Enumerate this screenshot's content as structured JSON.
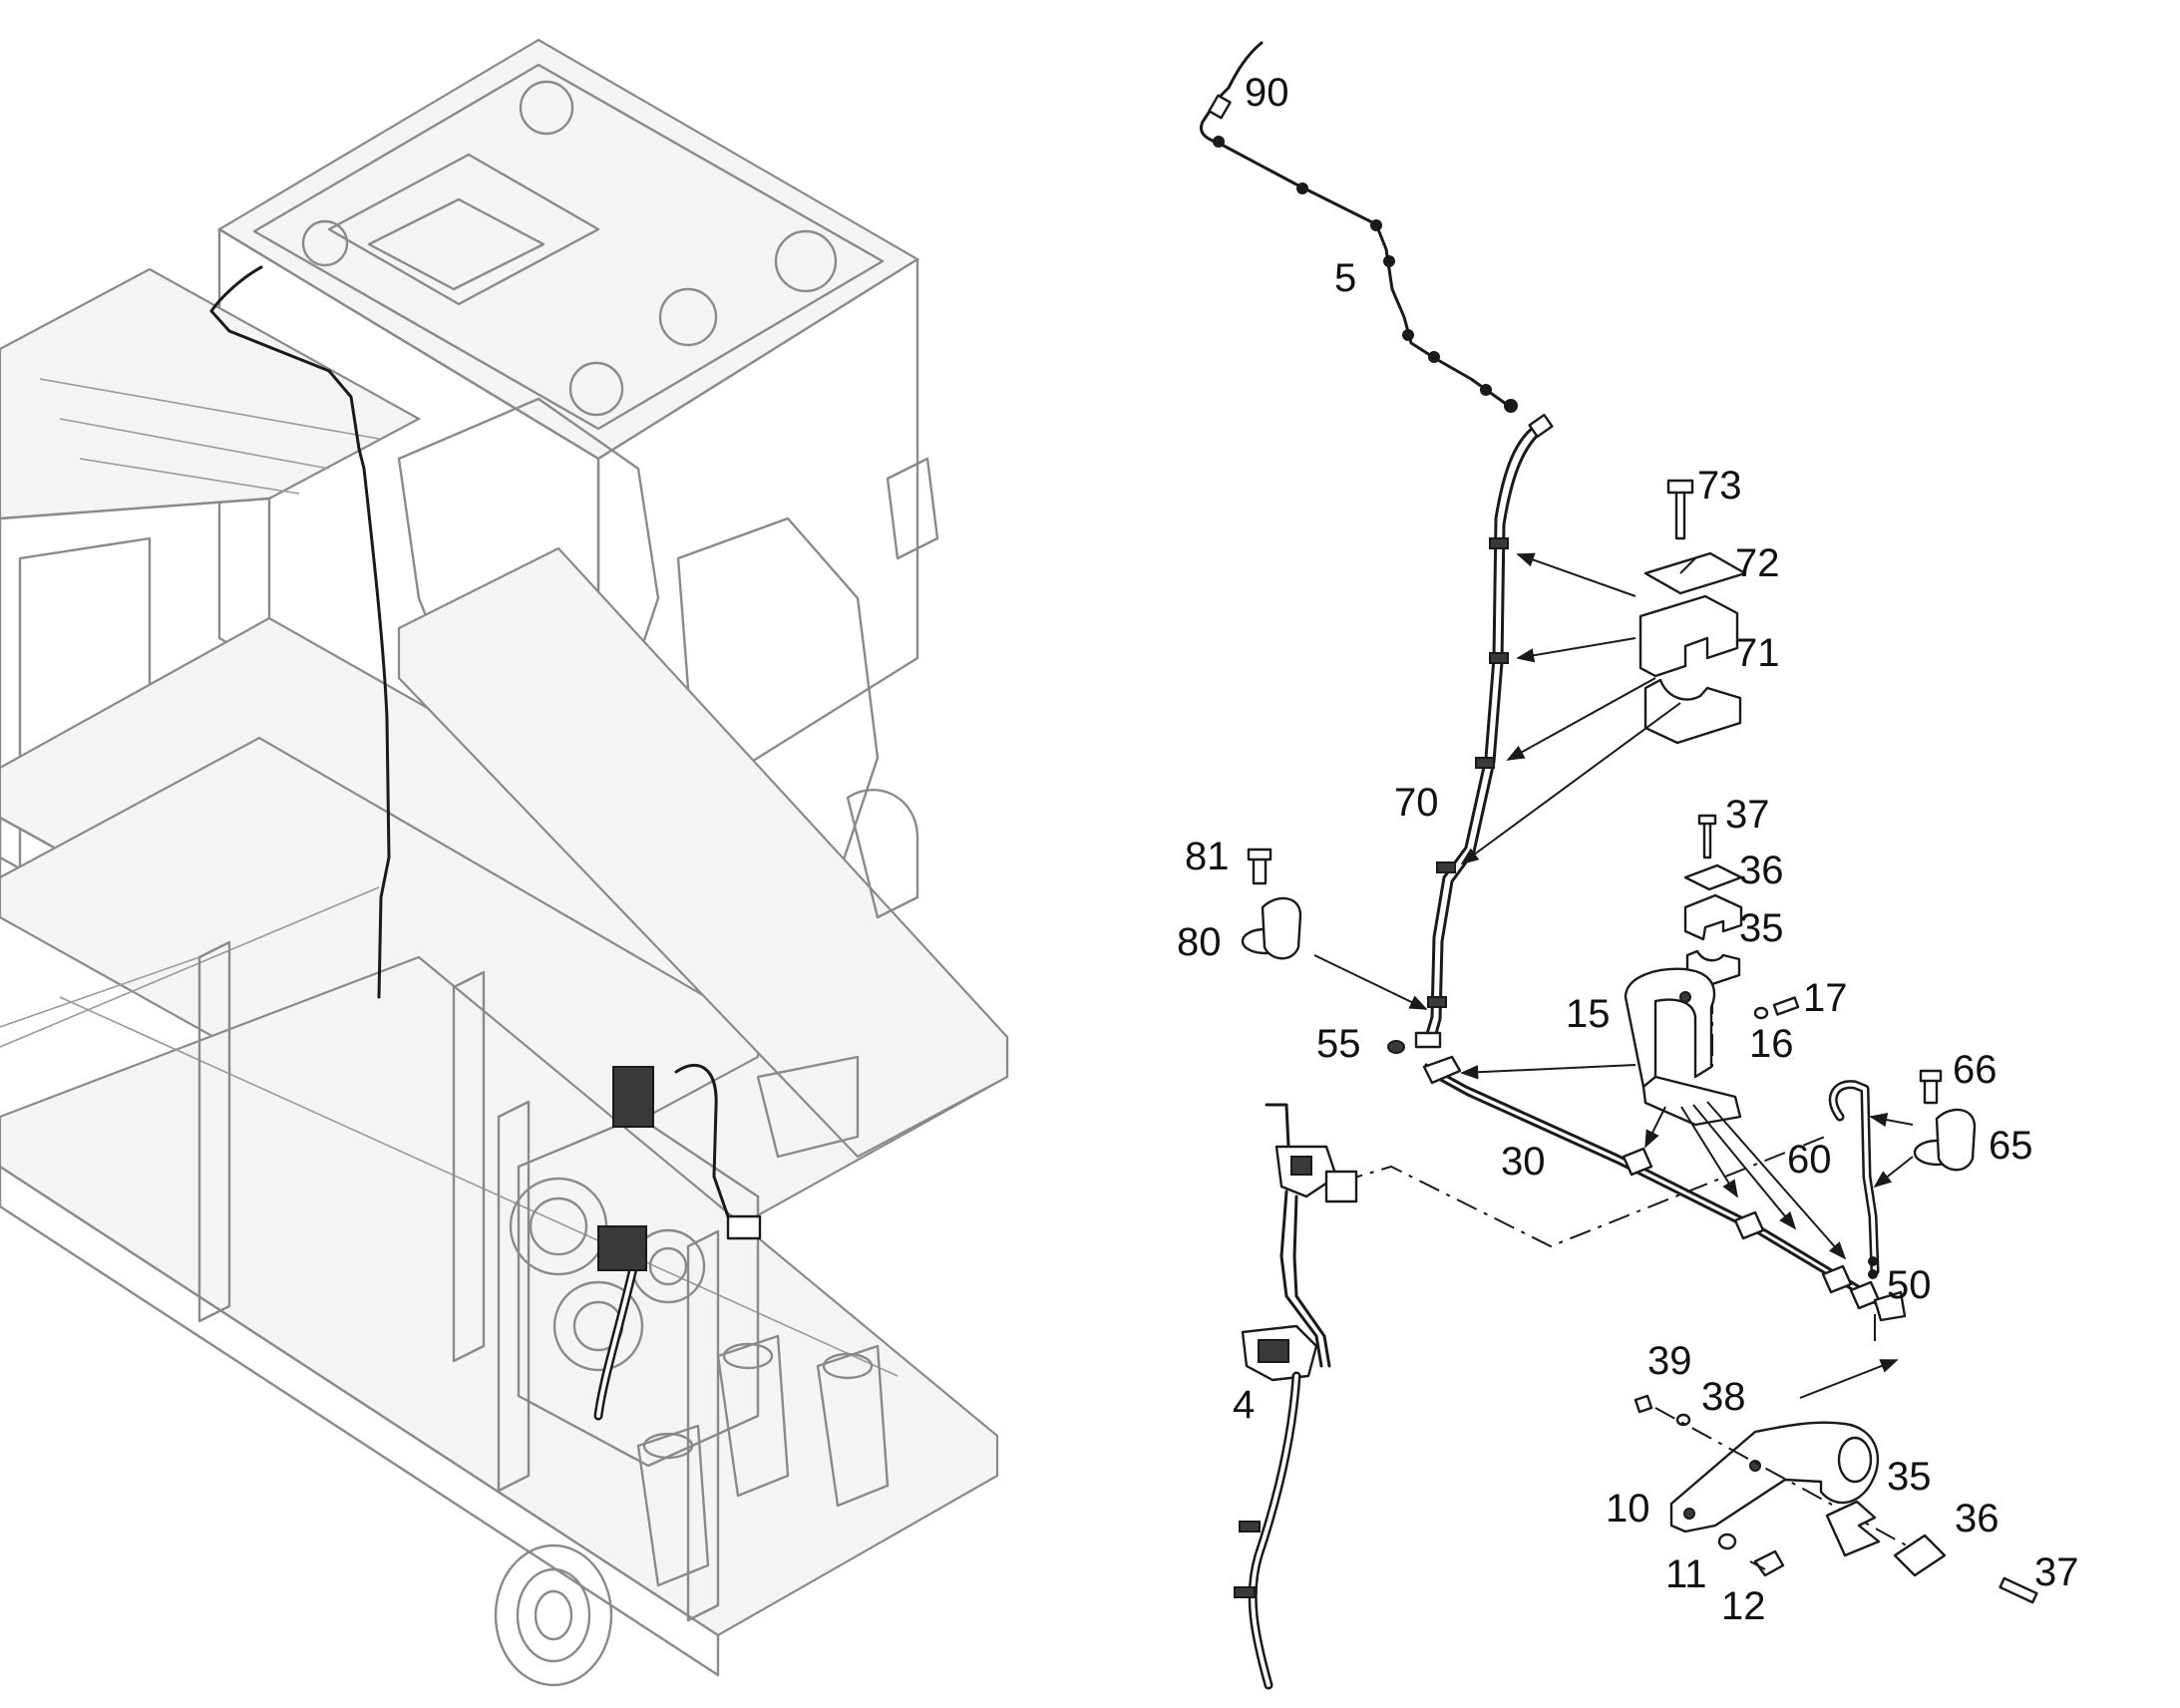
{
  "callouts": {
    "c90": "90",
    "c5": "5",
    "c73": "73",
    "c72": "72",
    "c71": "71",
    "c70": "70",
    "c37a": "37",
    "c36a": "36",
    "c35a": "35",
    "c81": "81",
    "c80": "80",
    "c15": "15",
    "c17": "17",
    "c16": "16",
    "c55": "55",
    "c66": "66",
    "c65": "65",
    "c30": "30",
    "c60": "60",
    "c50": "50",
    "c4": "4",
    "c39": "39",
    "c38": "38",
    "c35b": "35",
    "c36b": "36",
    "c10": "10",
    "c11": "11",
    "c12": "12",
    "c37b": "37"
  }
}
